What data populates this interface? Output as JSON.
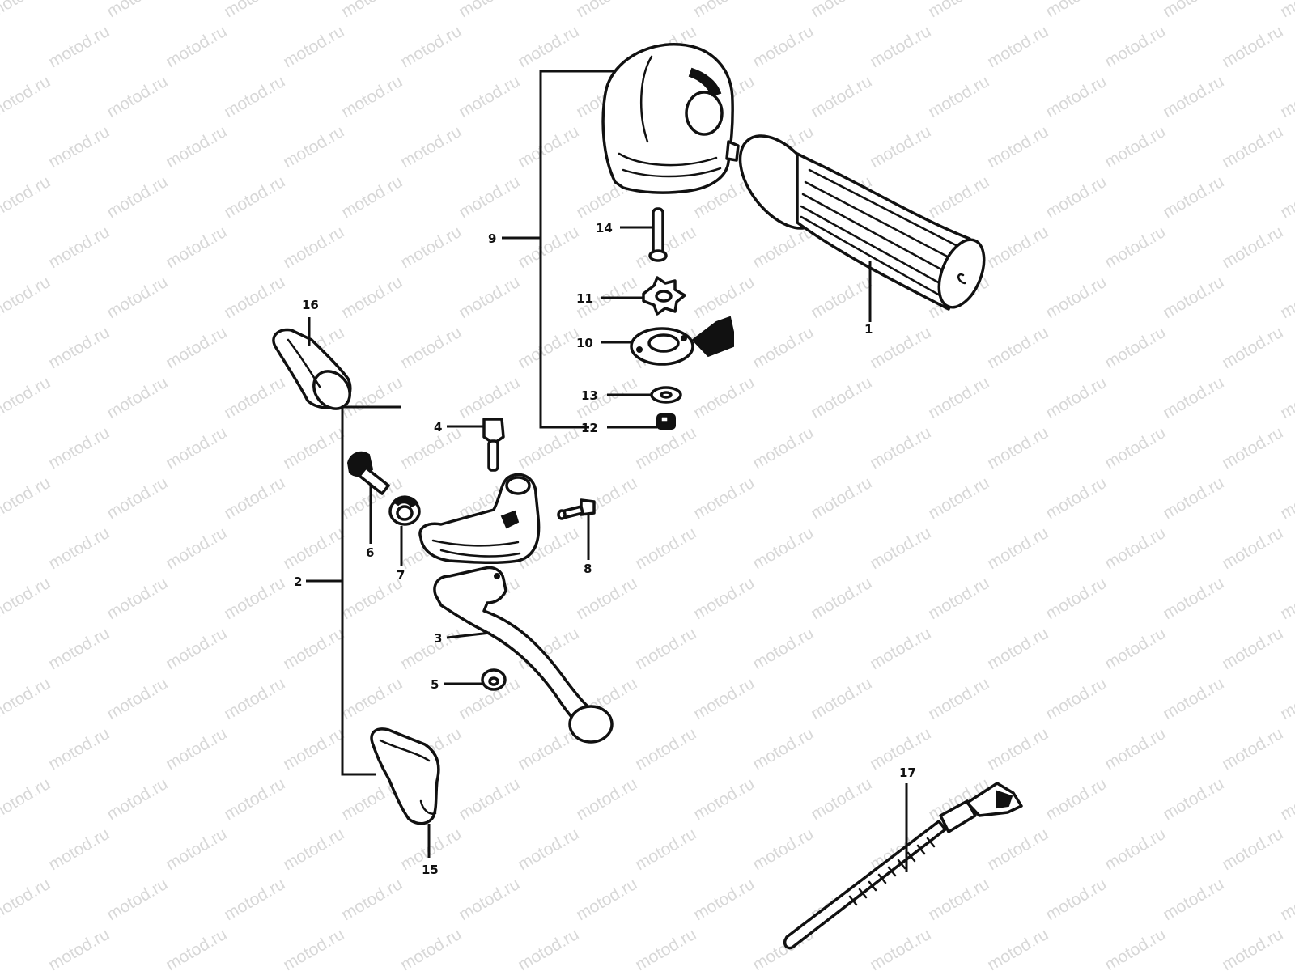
{
  "watermark": {
    "text": "motod.ru"
  },
  "callouts": {
    "c1": "1",
    "c2": "2",
    "c3": "3",
    "c4": "4",
    "c5": "5",
    "c6": "6",
    "c7": "7",
    "c8": "8",
    "c9": "9",
    "c10": "10",
    "c11": "11",
    "c12": "12",
    "c13": "13",
    "c14": "14",
    "c15": "15",
    "c16": "16",
    "c17": "17"
  },
  "colors": {
    "line": "#111111",
    "watermark": "#d8d8d8",
    "background": "#ffffff"
  }
}
